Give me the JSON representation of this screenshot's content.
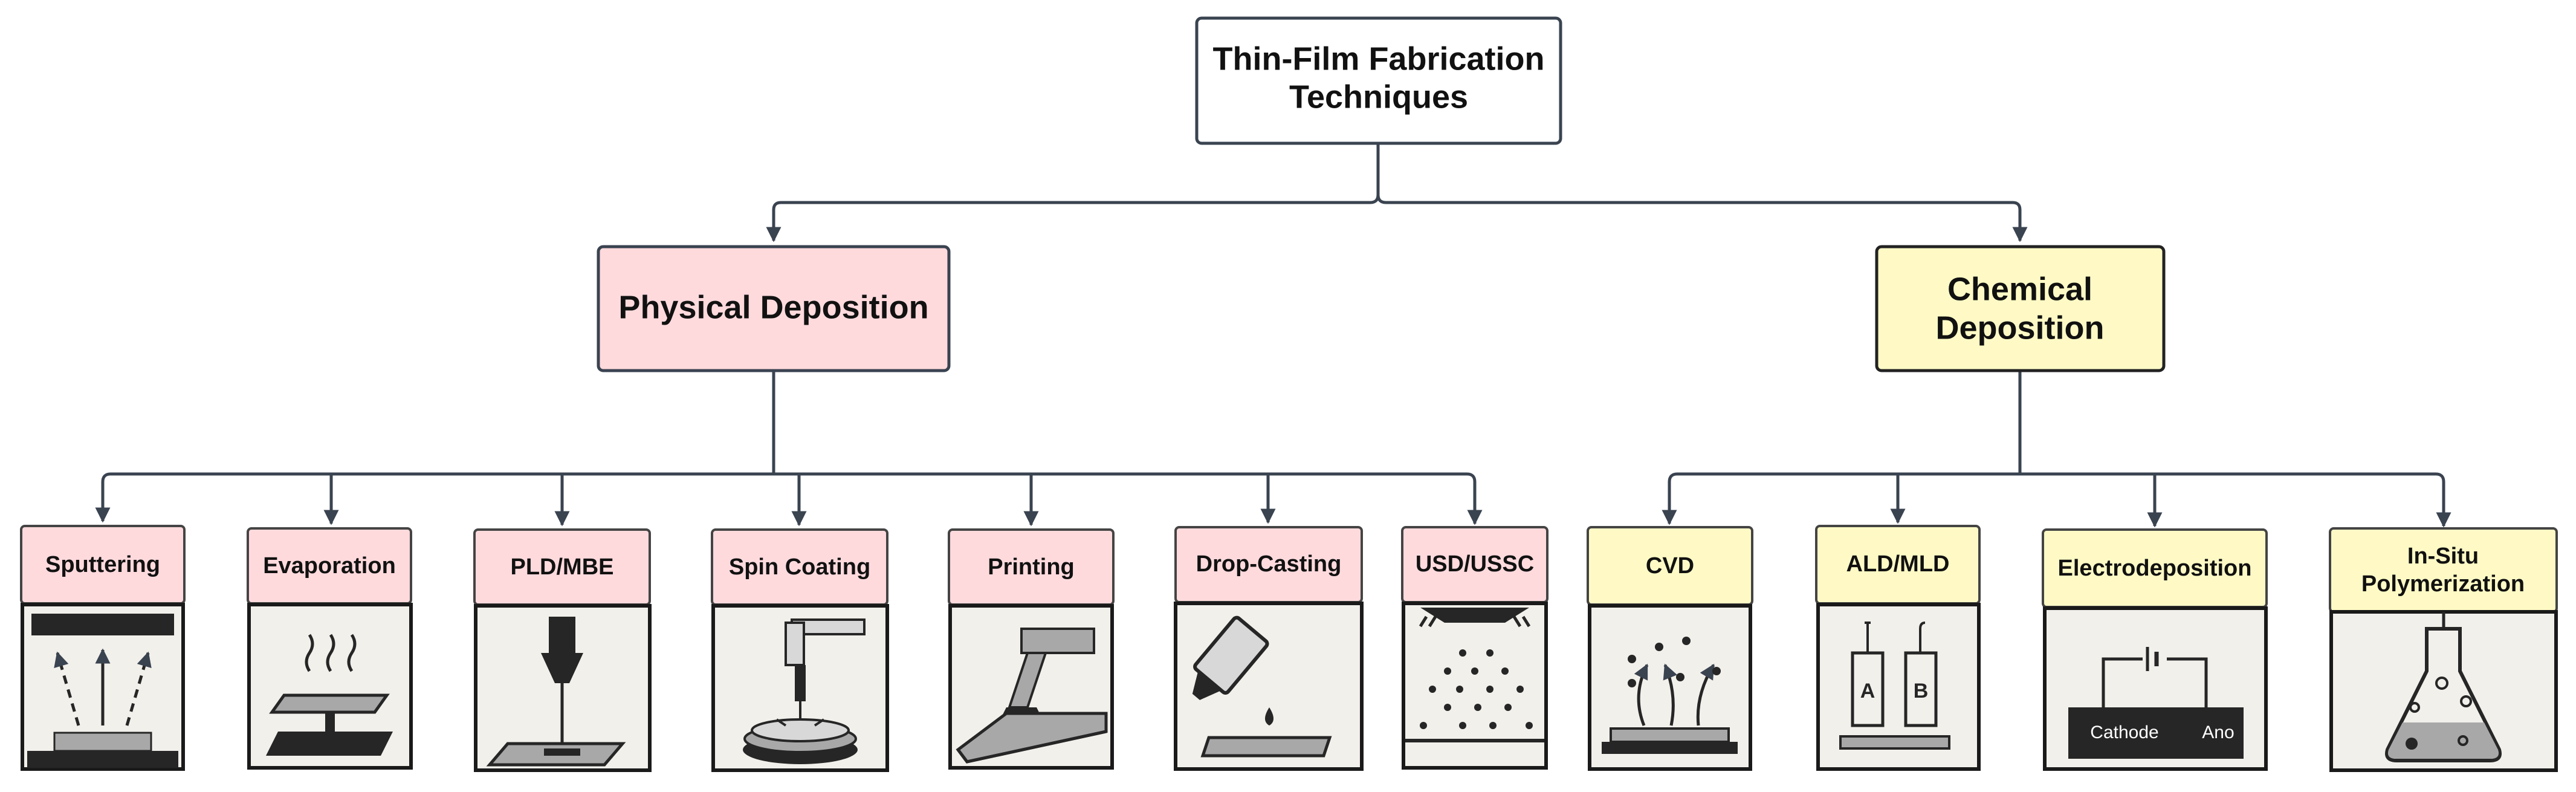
{
  "root": {
    "title_line1": "Thin-Film Fabrication",
    "title_line2": "Techniques"
  },
  "categories": [
    {
      "line1": "Physical Deposition",
      "line2": "",
      "color": "#FFDADD"
    },
    {
      "line1": "Chemical",
      "line2": "Deposition",
      "color": "#FFFAC5"
    }
  ],
  "methods": [
    {
      "line1": "Sputtering",
      "line2": "",
      "group": "physical",
      "icon": "sputtering-icon"
    },
    {
      "line1": "Evaporation",
      "line2": "",
      "group": "physical",
      "icon": "evaporation-icon"
    },
    {
      "line1": "PLD/MBE",
      "line2": "",
      "group": "physical",
      "icon": "pld-mbe-icon"
    },
    {
      "line1": "Spin Coating",
      "line2": "",
      "group": "physical",
      "icon": "spin-coating-icon"
    },
    {
      "line1": "Printing",
      "line2": "",
      "group": "physical",
      "icon": "printing-icon"
    },
    {
      "line1": "Drop-Casting",
      "line2": "",
      "group": "physical",
      "icon": "drop-casting-icon"
    },
    {
      "line1": "USD/USSC",
      "line2": "",
      "group": "physical",
      "icon": "ultrasonic-spray-icon"
    },
    {
      "line1": "CVD",
      "line2": "",
      "group": "chemical",
      "icon": "cvd-icon"
    },
    {
      "line1": "ALD/MLD",
      "line2": "",
      "group": "chemical",
      "icon": "ald-mld-icon"
    },
    {
      "line1": "Electrodeposition",
      "line2": "",
      "group": "chemical",
      "icon": "electrodeposition-icon"
    },
    {
      "line1": "In-Situ",
      "line2": "Polymerization",
      "group": "chemical",
      "icon": "flask-icon"
    }
  ],
  "icon_labels": {
    "ald_a": "A",
    "ald_b": "B",
    "cathode": "Cathode",
    "anode": "Ano"
  },
  "colors": {
    "line": "#3A4350",
    "border": "#222222",
    "icon_bg": "#F2F0EB",
    "icon_dark": "#262626",
    "icon_mid": "#A8A8A8"
  }
}
